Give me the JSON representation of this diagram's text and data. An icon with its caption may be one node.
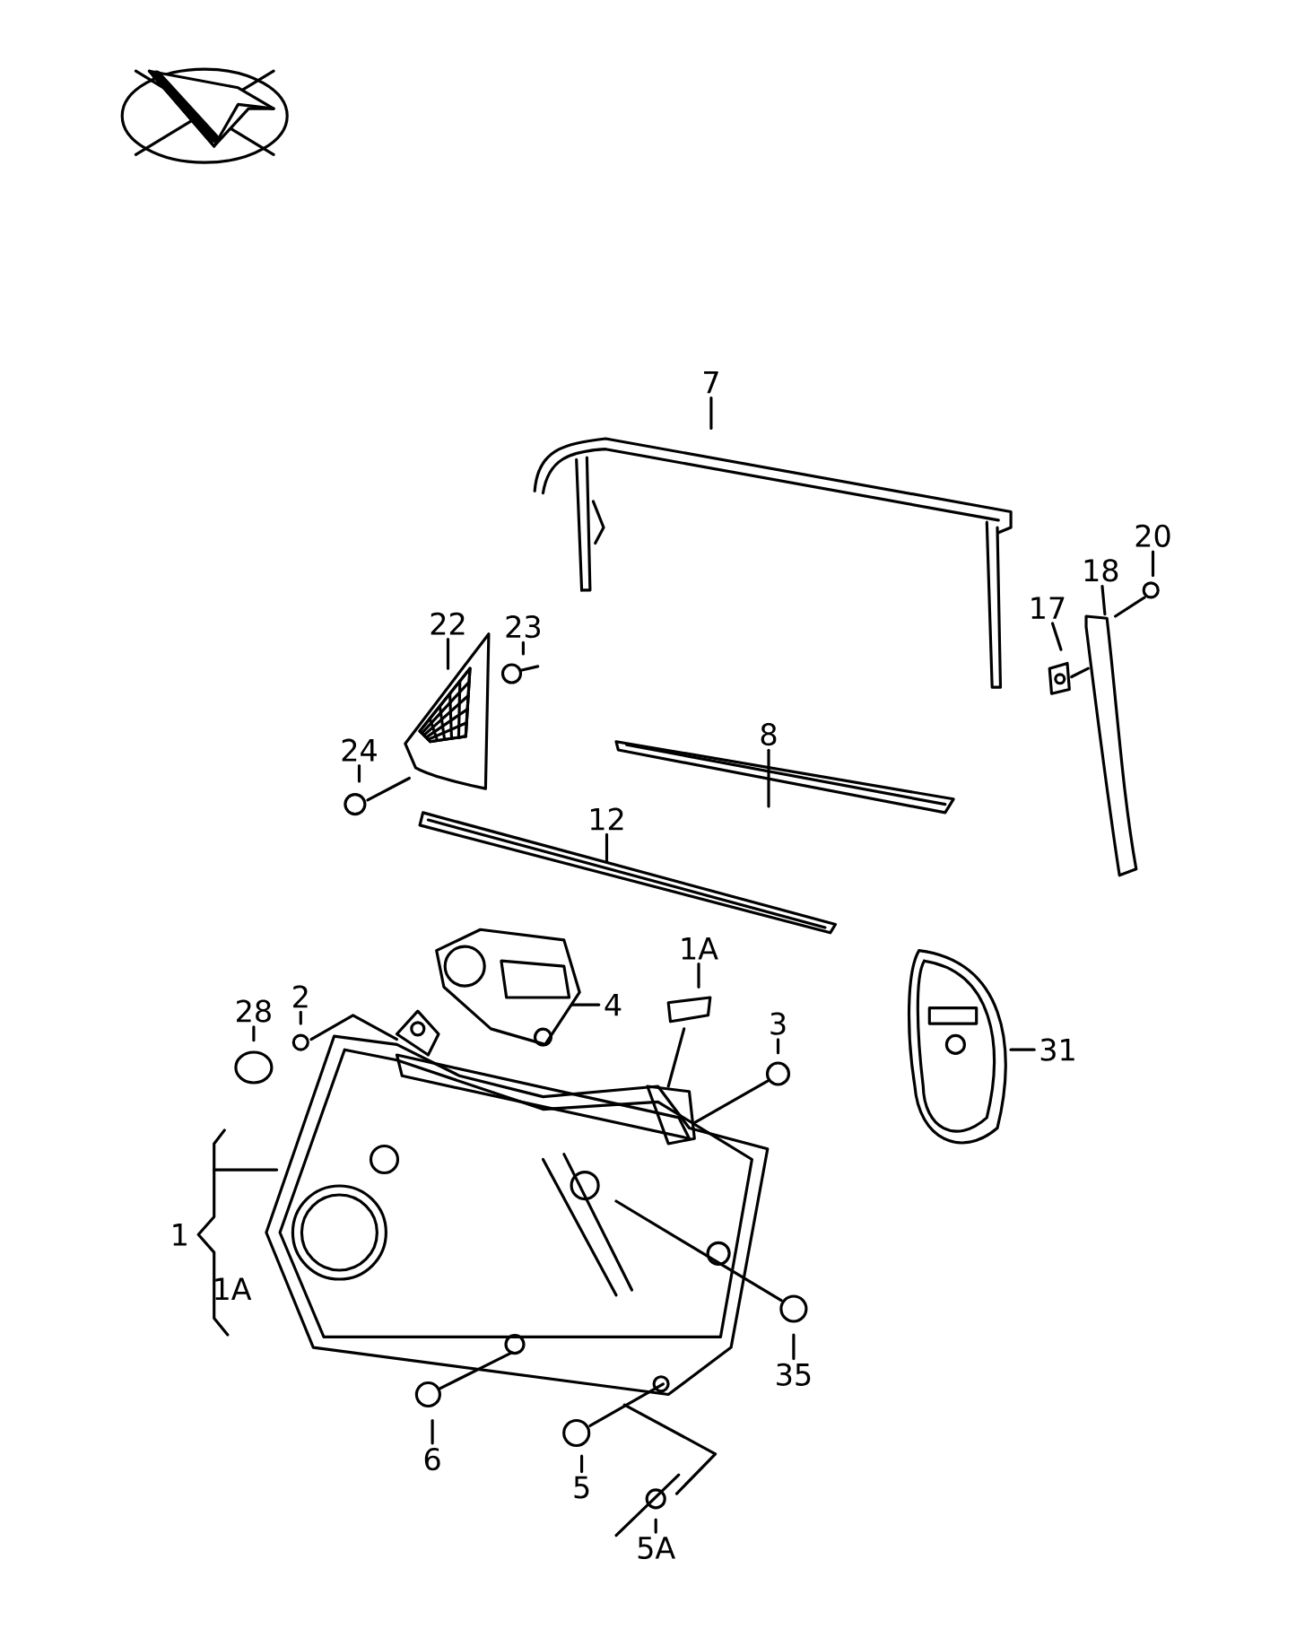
{
  "diagram": {
    "nodes": [
      {
        "text": [
          "7"
        ]
      },
      {
        "text": [
          "20"
        ]
      },
      {
        "text": [
          "18"
        ]
      },
      {
        "text": [
          "22"
        ]
      },
      {
        "text": [
          "23"
        ]
      },
      {
        "text": [
          "17"
        ]
      },
      {
        "text": [
          "8"
        ]
      },
      {
        "text": [
          "24"
        ]
      },
      {
        "text": [
          "12"
        ]
      },
      {
        "text": [
          "1A"
        ]
      },
      {
        "text": [
          "4"
        ]
      },
      {
        "text": [
          "28"
        ]
      },
      {
        "text": [
          "2"
        ]
      },
      {
        "text": [
          "3"
        ]
      },
      {
        "text": [
          "31"
        ]
      },
      {
        "text": [
          "35"
        ]
      },
      {
        "text": [
          "6"
        ]
      },
      {
        "text": [
          "5"
        ]
      },
      {
        "text": [
          "5A"
        ]
      }
    ],
    "edges": [
      {
        "from": 0,
        "to": null,
        "arrow": "none"
      },
      {
        "from": 1,
        "to": null,
        "arrow": "none"
      },
      {
        "from": 2,
        "to": null,
        "arrow": "none"
      },
      {
        "from": 3,
        "to": null,
        "arrow": "none"
      },
      {
        "from": 4,
        "to": null,
        "arrow": "none"
      },
      {
        "from": 5,
        "to": null,
        "arrow": "none"
      },
      {
        "from": 6,
        "to": null,
        "arrow": "none"
      },
      {
        "from": 7,
        "to": null,
        "arrow": "none"
      },
      {
        "from": 8,
        "to": null,
        "arrow": "none"
      },
      {
        "from": 9,
        "to": null,
        "arrow": "none"
      },
      {
        "from": 10,
        "to": null,
        "arrow": "none"
      },
      {
        "from": 11,
        "to": null,
        "arrow": "none"
      },
      {
        "from": 12,
        "to": null,
        "arrow": "none"
      },
      {
        "from": 13,
        "to": null,
        "arrow": "none"
      },
      {
        "from": 14,
        "to": null,
        "arrow": "none"
      },
      {
        "from": 15,
        "to": null,
        "arrow": "none"
      },
      {
        "from": 16,
        "to": null,
        "arrow": "none"
      },
      {
        "from": 17,
        "to": null,
        "arrow": "none"
      },
      {
        "from": 18,
        "to": null,
        "arrow": "none"
      }
    ],
    "labels": [
      "1",
      "1A"
    ]
  }
}
